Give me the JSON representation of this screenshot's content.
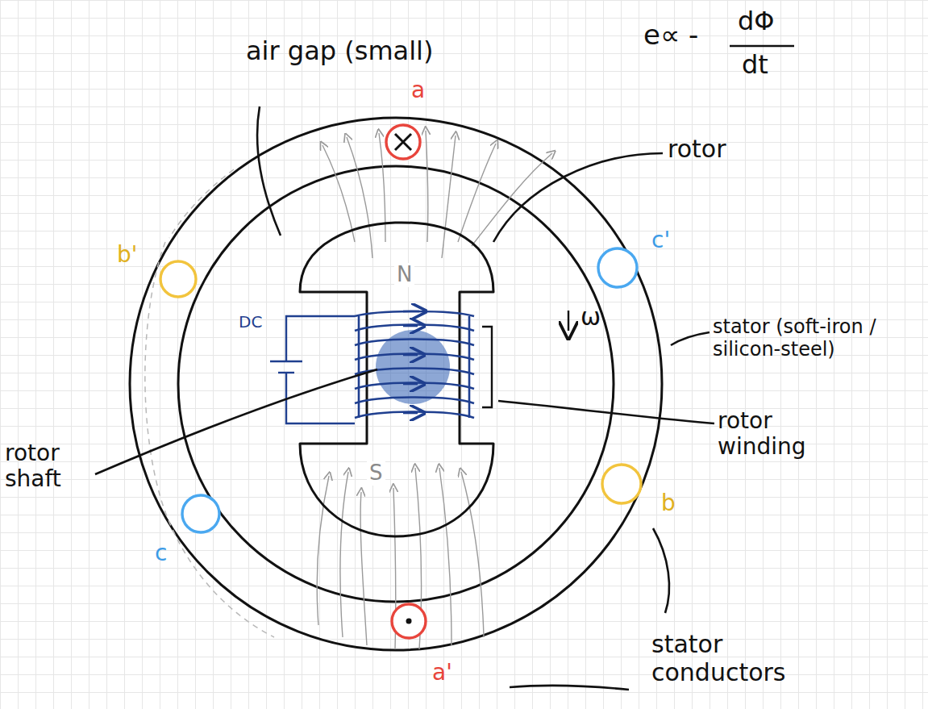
{
  "diagram": {
    "labels": [
      "air gap (small)",
      "e∝ -",
      "dΦ",
      "dt",
      "a",
      "rotor",
      "b'",
      "c'",
      "N",
      "ω",
      "DC",
      "stator (soft-iron / silicon-steel)",
      "rotor winding",
      "rotor shaft",
      "S",
      "b",
      "c",
      "stator conductors",
      "a'"
    ]
  }
}
